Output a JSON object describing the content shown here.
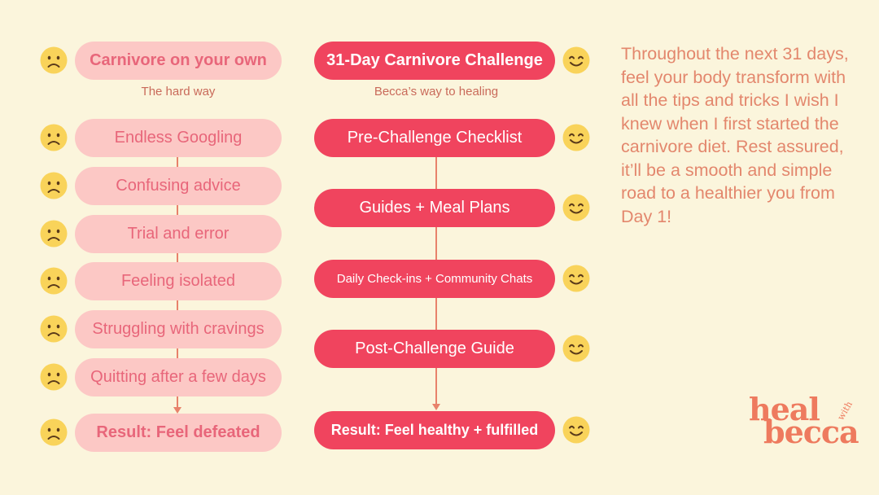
{
  "colors": {
    "background": "#fbf5dc",
    "left_pill": "#fcc8c5",
    "left_text": "#e8667a",
    "right_pill": "#f0445e",
    "right_text": "#ffffff",
    "connector": "#e8826b",
    "face": "#f9d35a",
    "blurb_text": "#e3876d"
  },
  "left_column": {
    "title": "Carnivore on your own",
    "subtitle": "The hard way",
    "steps": [
      "Endless Googling",
      "Confusing advice",
      "Trial and error",
      "Feeling isolated",
      "Struggling with cravings",
      "Quitting after a few days"
    ],
    "result": "Result: Feel defeated",
    "face_icon": "sad-face"
  },
  "right_column": {
    "title": "31-Day Carnivore Challenge",
    "subtitle": "Becca’s way to healing",
    "steps": [
      "Pre-Challenge Checklist",
      "Guides + Meal Plans",
      "Daily Check-ins + Community Chats",
      "Post-Challenge Guide"
    ],
    "result": "Result: Feel healthy + fulfilled",
    "face_icon": "happy-face"
  },
  "blurb": "Throughout the next 31 days, feel your body transform with all the tips and tricks I wish I knew when I first started the carnivore diet. Rest assured, it’ll be a smooth and simple road to a healthier you from Day 1!",
  "logo": {
    "line1": "heal",
    "with": "with",
    "line2": "becca"
  }
}
